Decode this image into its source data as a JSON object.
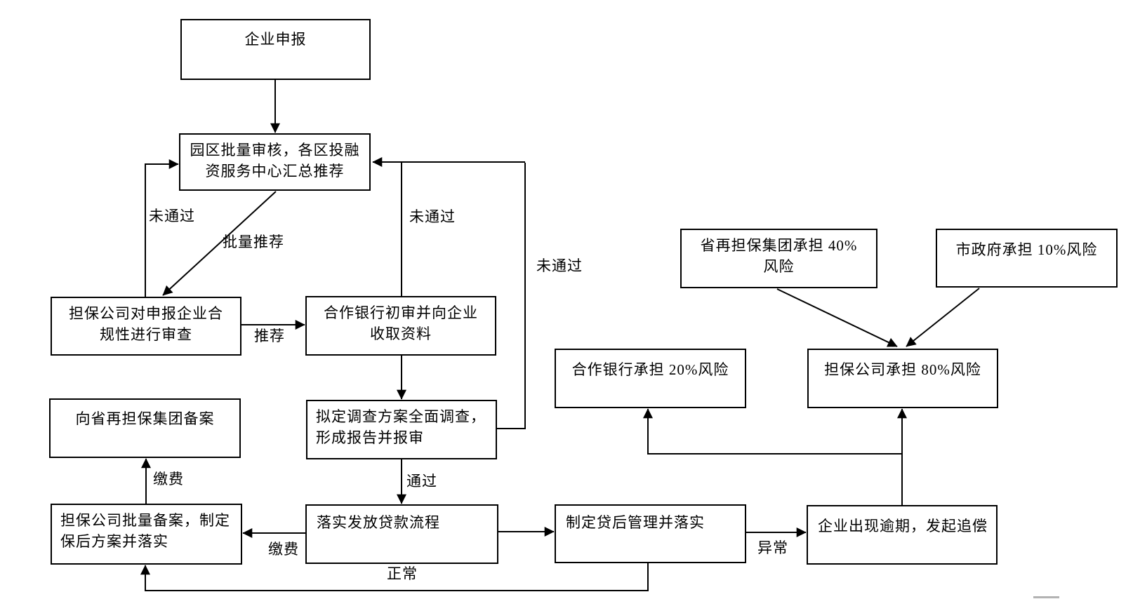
{
  "nodes": {
    "enterprise_apply": "企业申报",
    "park_batch_review": "园区批量审核，各区投融\n资服务中心汇总推荐",
    "guarantee_compliance_review": "担保公司对申报企业合\n规性进行审查",
    "bank_initial_review": "合作银行初审并向企业\n收取资料",
    "investigation_plan": "拟定调查方案全面调查，\n形成报告并报审",
    "provincial_reguarantee_record": "向省再担保集团备案",
    "guarantee_batch_record": "担保公司批量备案，制定\n保后方案并落实",
    "loan_issuance": "落实发放贷款流程",
    "post_loan_management": "制定贷后管理并落实",
    "enterprise_overdue": "企业出现逾期，发起追偿",
    "provincial_risk_40": "省再担保集团承担 40%\n风险",
    "city_gov_risk_10": "市政府承担 10%风险",
    "bank_risk_20": "合作银行承担 20%风险",
    "guarantee_risk_80": "担保公司承担 80%风险"
  },
  "edge_labels": {
    "not_pass_left": "未通过",
    "batch_recommend": "批量推荐",
    "recommend": "推荐",
    "not_pass_mid": "未通过",
    "not_pass_right": "未通过",
    "pass": "通过",
    "fee_up": "缴费",
    "fee_left": "缴费",
    "normal": "正常",
    "abnormal": "异常"
  },
  "colors": {
    "line": "#000000",
    "background": "#ffffff",
    "artifact_grey": "#b3b3b3"
  }
}
